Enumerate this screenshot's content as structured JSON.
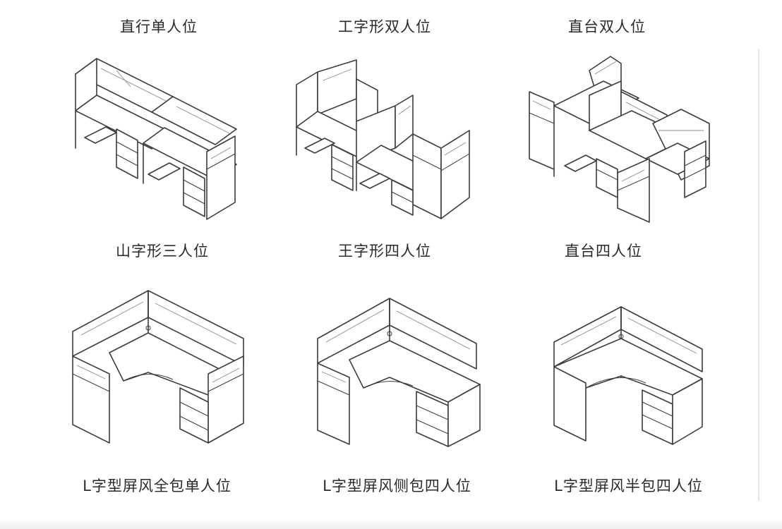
{
  "layouts": [
    {
      "label": "直行单人位",
      "icon": "straight-row-single-desk-drawing"
    },
    {
      "label": "工字形双人位",
      "icon": "h-shape-double-desk-drawing"
    },
    {
      "label": "直台双人位",
      "icon": "straight-desk-double-drawing"
    },
    {
      "label": "山字形三人位",
      "icon": "mountain-shape-triple-desk-drawing"
    },
    {
      "label": "王字形四人位",
      "icon": "wang-shape-quad-desk-drawing"
    },
    {
      "label": "直台四人位",
      "icon": "straight-desk-quad-drawing"
    },
    {
      "label": "L字型屏风全包单人位",
      "icon": "l-shape-full-screen-drawing"
    },
    {
      "label": "L字型屏风侧包四人位",
      "icon": "l-shape-side-screen-drawing"
    },
    {
      "label": "L字型屏风半包四人位",
      "icon": "l-shape-half-screen-drawing"
    }
  ]
}
